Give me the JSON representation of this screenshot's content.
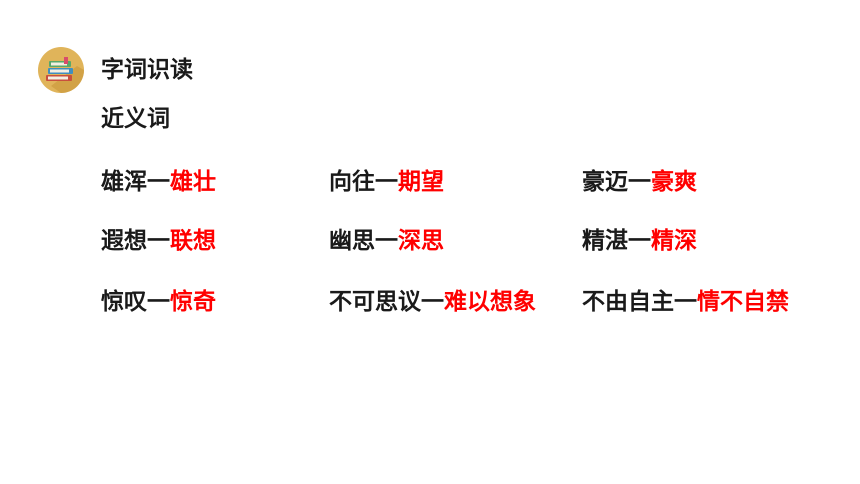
{
  "header": {
    "icon": "books-icon",
    "title": "字词识读"
  },
  "subtitle": "近义词",
  "separator": "一",
  "colors": {
    "text": "#1a1a1a",
    "answer": "#ff0000",
    "icon_circle": "#e0b45a"
  },
  "pairs": [
    {
      "term": "雄浑",
      "synonym": "雄壮"
    },
    {
      "term": "向往",
      "synonym": "期望"
    },
    {
      "term": "豪迈",
      "synonym": "豪爽"
    },
    {
      "term": "遐想",
      "synonym": "联想"
    },
    {
      "term": "幽思",
      "synonym": "深思"
    },
    {
      "term": "精湛",
      "synonym": "精深"
    },
    {
      "term": "惊叹",
      "synonym": "惊奇"
    },
    {
      "term": "不可思议",
      "synonym": "难以想象"
    },
    {
      "term": "不由自主",
      "synonym": "情不自禁"
    }
  ]
}
